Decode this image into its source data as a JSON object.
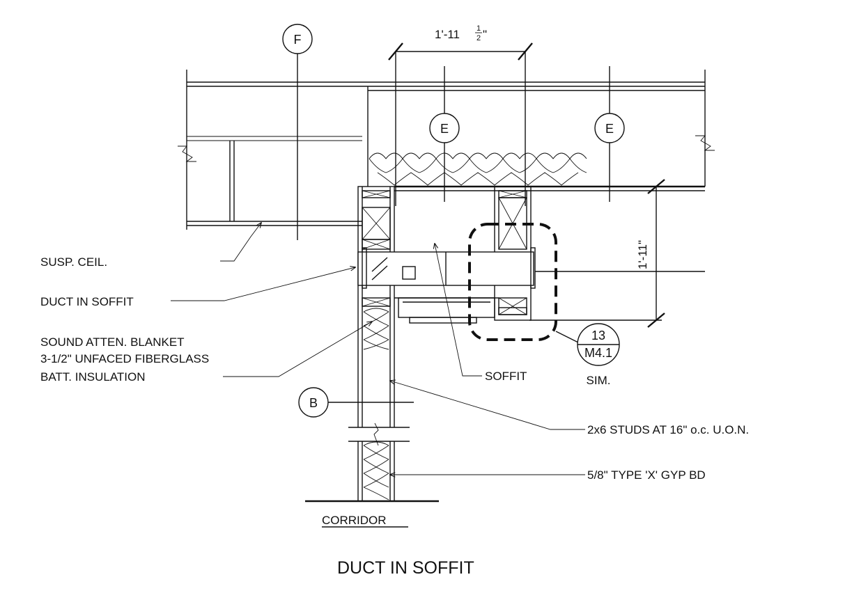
{
  "gridlines": {
    "f": "F",
    "e1": "E",
    "e2": "E",
    "b": "B"
  },
  "dimensions": {
    "top_width": "1'-11",
    "top_fraction_num": "1",
    "top_fraction_den": "2",
    "top_inch": "\"",
    "right_height": "1'-11\""
  },
  "section_callout": {
    "number": "13",
    "sheet": "M4.1",
    "note": "SIM."
  },
  "callouts": {
    "susp_ceil": "SUSP. CEIL.",
    "duct_in_soffit": "DUCT IN SOFFIT",
    "blanket_line1": "SOUND ATTEN. BLANKET",
    "blanket_line2": "3-1/2\" UNFACED FIBERGLASS",
    "blanket_line3": "BATT. INSULATION",
    "soffit": "SOFFIT",
    "studs": "2x6 STUDS AT 16\" o.c. U.O.N.",
    "gyp_bd": "5/8\" TYPE 'X' GYP BD"
  },
  "room_label": "CORRIDOR",
  "title": "DUCT IN SOFFIT"
}
